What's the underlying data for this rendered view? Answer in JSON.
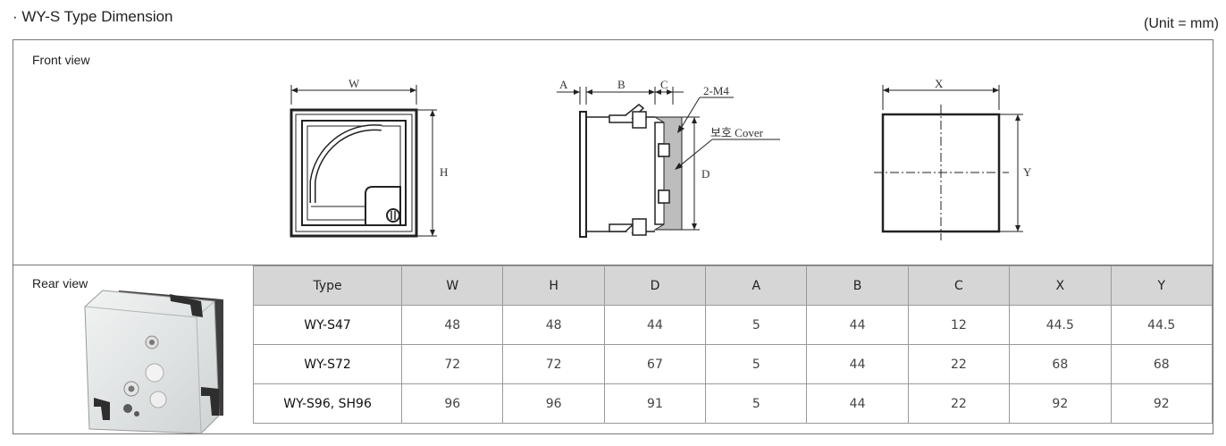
{
  "title": "· WY-S Type Dimension",
  "unit": "(Unit = mm)",
  "front_view_label": "Front view",
  "rear_view_label": "Rear view",
  "drawing_labels": {
    "w": "W",
    "h": "H",
    "a": "A",
    "b": "B",
    "c": "C",
    "m4": "2-M4",
    "cover": "보호 Cover",
    "d": "D",
    "x": "X",
    "y": "Y"
  },
  "table": {
    "headers": [
      "Type",
      "W",
      "H",
      "D",
      "A",
      "B",
      "C",
      "X",
      "Y"
    ],
    "rows": [
      [
        "WY-S47",
        "48",
        "48",
        "44",
        "5",
        "44",
        "12",
        "44.5",
        "44.5"
      ],
      [
        "WY-S72",
        "72",
        "72",
        "67",
        "5",
        "44",
        "22",
        "68",
        "68"
      ],
      [
        "WY-S96, SH96",
        "96",
        "96",
        "91",
        "5",
        "44",
        "22",
        "92",
        "92"
      ]
    ]
  }
}
